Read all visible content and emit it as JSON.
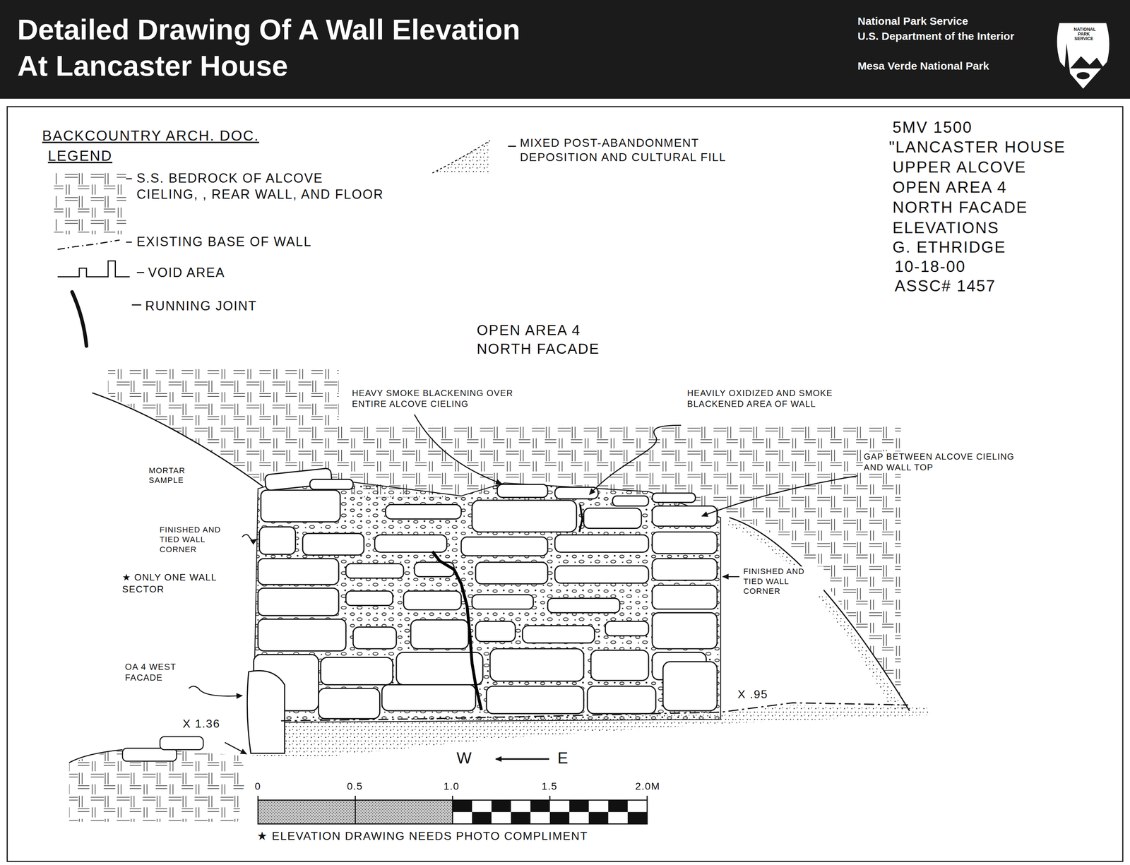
{
  "diagram": {
    "title": "Detailed Drawing Of A Wall Elevation At Lancaster House",
    "labels": [
      "National Park Service",
      "U.S. Department of the Interior",
      "Mesa Verde National Park",
      "NATIONAL PARK SERVICE",
      "BACKCOUNTRY ARCH. DOC.",
      "LEGEND",
      "5MV 1500",
      "\"LANCASTER HOUSE",
      "UPPER ALCOVE",
      "OPEN AREA 4",
      "NORTH FACADE",
      "ELEVATIONS",
      "G. ETHRIDGE",
      "10-18-00",
      "ASSC# 1457",
      "OPEN AREA 4",
      "NORTH FACADE",
      "HEAVY SMOKE BLACKENING OVER ENTIRE ALCOVE CIELING",
      "HEAVILY OXIDIZED AND SMOKE BLACKENED AREA OF WALL",
      "GAP BETWEEN ALCOVE CIELING AND WALL TOP",
      "MORTAR SAMPLE",
      "FINISHED AND TIED WALL CORNER",
      "★ ONLY ONE WALL SECTOR",
      "FINISHED AND TIED WALL CORNER",
      "OA 4 WEST FACADE",
      "X .95",
      "X 1.36",
      "W",
      "E",
      "0",
      "0.5",
      "1.0",
      "1.5",
      "2.0M",
      "★ ELEVATION DRAWING NEEDS PHOTO COMPLIMENT"
    ],
    "legend": [
      {
        "text": "S.S. BEDROCK OF ALCOVE CIELING, , REAR WALL, AND FLOOR"
      },
      {
        "text": "EXISTING BASE OF WALL"
      },
      {
        "text": "VOID AREA"
      },
      {
        "text": "RUNNING JOINT"
      },
      {
        "text": "MIXED POST-ABANDONMENT DEPOSITION AND CULTURAL FILL"
      }
    ]
  }
}
